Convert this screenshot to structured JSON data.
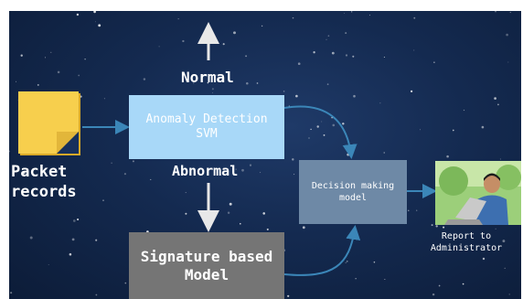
{
  "nodes": {
    "packet_records": "Packet records",
    "anomaly_detection": [
      "Anomaly Detection",
      "SVM"
    ],
    "signature_model": [
      "Signature based",
      "Model"
    ],
    "decision_model": [
      "Decision making",
      "model"
    ],
    "report": [
      "Report to",
      "Administrator"
    ]
  },
  "edges": {
    "normal": "Normal",
    "abnormal": "Abnormal"
  },
  "colors": {
    "background": "#142a50",
    "anomaly_box": "#a8d8f8",
    "decision_box": "#6e89a6",
    "signature_box": "#757575",
    "packet_icon": "#f7cf4d",
    "arrow_blue": "#3b86b8",
    "arrow_white": "#e8e8e8"
  },
  "icons": [
    "document-icon",
    "administrator-photo"
  ]
}
